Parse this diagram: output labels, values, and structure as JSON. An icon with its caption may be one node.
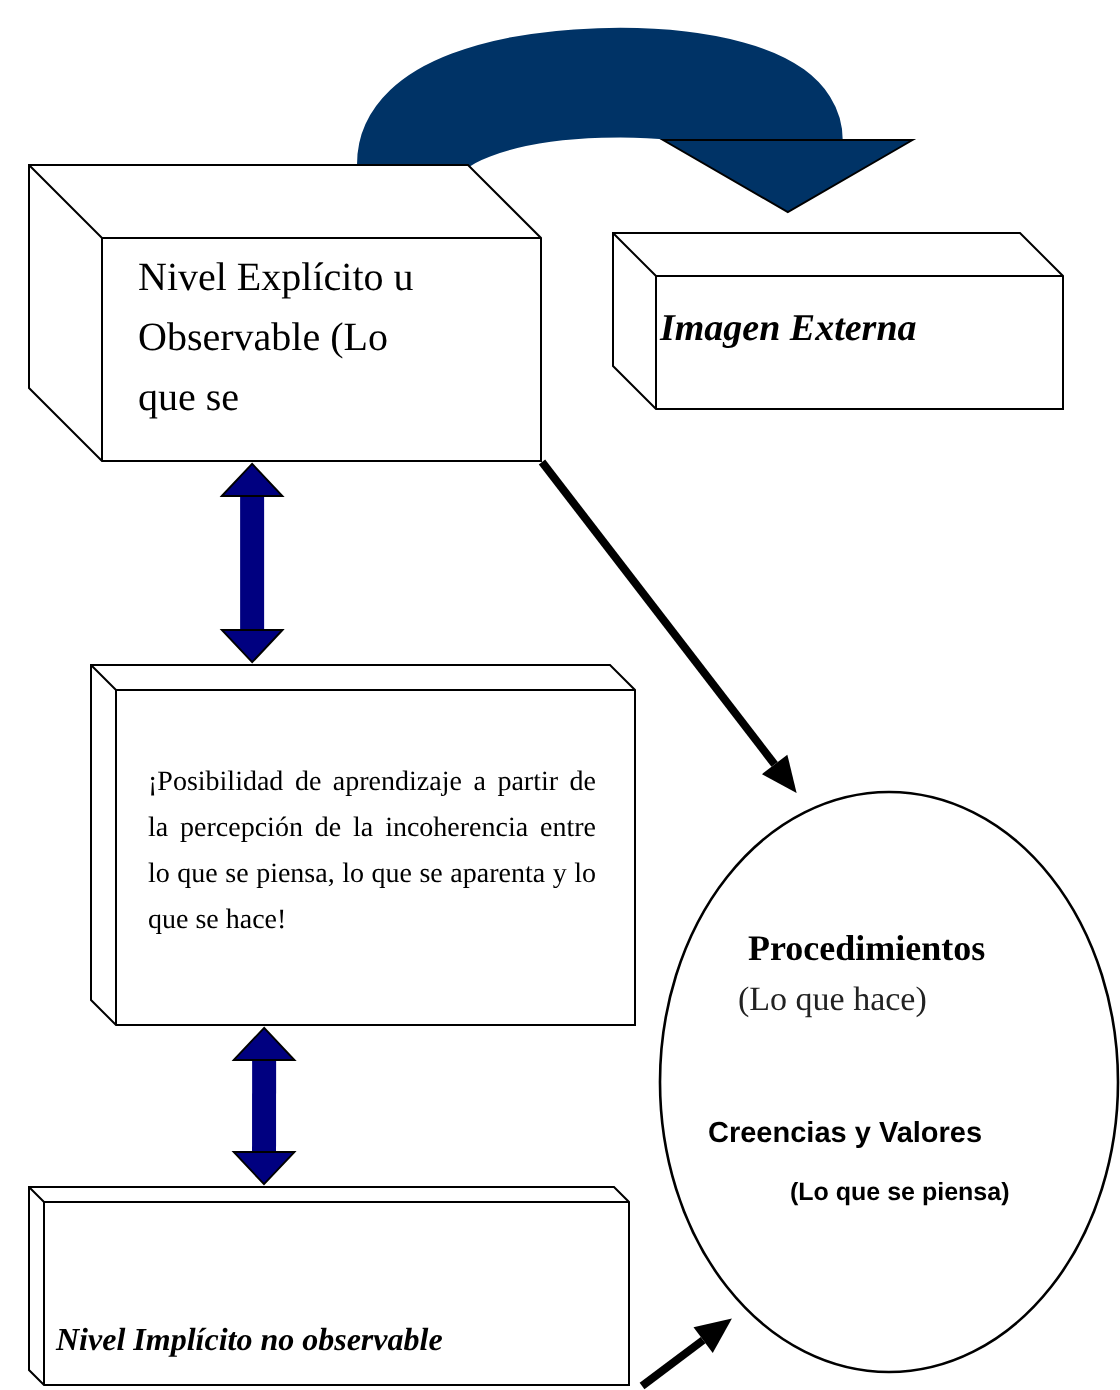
{
  "diagram": {
    "nodes": [
      {
        "text": [
          "Nivel Explícito u Observable (Lo que se"
        ]
      },
      {
        "text": [
          "Imagen Externa"
        ]
      },
      {
        "text": [
          "¡Posibilidad de aprendizaje a partir de la percepción de la incoherencia entre lo que se piensa, lo que se aparenta y lo que se hace!"
        ]
      },
      {
        "text": [
          "Nivel Implícito no observable"
        ]
      },
      {
        "text": [
          "Procedimientos",
          "(Lo que hace)",
          "Creencias y Valores",
          "(Lo que se piensa)"
        ]
      }
    ],
    "edges": [
      {
        "from": 0,
        "to": 1,
        "arrow": "to",
        "style": "thick",
        "color": "#003366"
      },
      {
        "from": 0,
        "to": 2,
        "arrow": "both",
        "color": "#000080"
      },
      {
        "from": 2,
        "to": 3,
        "arrow": "both",
        "color": "#000080"
      },
      {
        "from": 0,
        "to": 4,
        "arrow": "to",
        "color": "#000000"
      },
      {
        "from": 3,
        "to": 4,
        "arrow": "to",
        "color": "#000000"
      }
    ]
  }
}
